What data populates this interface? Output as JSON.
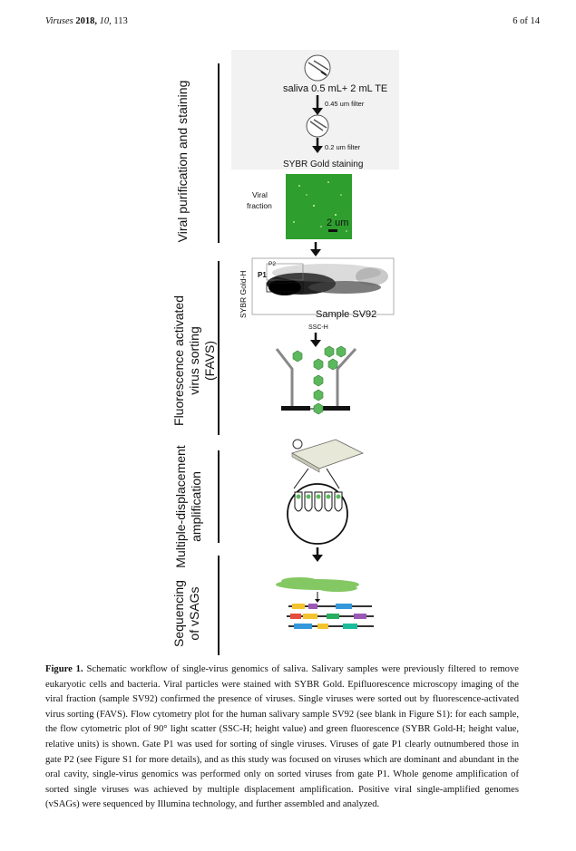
{
  "header": {
    "journal": "Viruses",
    "year": "2018,",
    "volume": "10,",
    "pages": "113",
    "page_number": "6 of 14"
  },
  "sections": {
    "s1": "Viral purification and staining",
    "s2_l1": "Fluorescence activated",
    "s2_l2": "virus sorting",
    "s2_l3": "(FAVS)",
    "s3_l1": "Multiple-displacement",
    "s3_l2": "amplification",
    "s4_l1": "Sequencing",
    "s4_l2": "of  vSAGs"
  },
  "figure": {
    "saliva_label": "saliva 0.5 mL+ 2 mL TE",
    "filter1": "0.45 um filter",
    "filter2": "0.2 um filter",
    "stain": "SYBR Gold staining",
    "viral_fraction_l1": "Viral",
    "viral_fraction_l2": "fraction",
    "scale_bar": "2 um",
    "gate_p1": "P1",
    "gate_p2": "P2",
    "y_axis": "SYBR Gold-H",
    "x_axis": "SSC-H",
    "sample": "Sample SV92",
    "colors": {
      "micro_green": "#2e9e2e",
      "hexagon_green": "#5cb85c",
      "cluster_green": "#6fbf4a"
    }
  },
  "caption": {
    "label": "Figure 1.",
    "text": " Schematic workflow of single-virus genomics of saliva. Salivary samples were previously filtered to remove eukaryotic cells and bacteria. Viral particles were stained with SYBR Gold. Epifluorescence microscopy imaging of the viral fraction (sample SV92) confirmed the presence of viruses. Single viruses were sorted out by fluorescence-activated virus sorting (FAVS). Flow cytometry plot for the human salivary sample SV92 (see blank in Figure S1): for each sample, the flow cytometric plot of 90° light scatter (SSC-H; height value) and green fluorescence (SYBR Gold-H; height value, relative units) is shown. Gate P1 was used for sorting of single viruses. Viruses of gate P1 clearly outnumbered those in gate P2 (see Figure S1 for more details), and as this study was focused on viruses which are dominant and abundant in the oral cavity, single-virus genomics was performed only on sorted viruses from gate P1. Whole genome amplification of sorted single viruses was achieved by multiple displacement amplification. Positive viral single-amplified genomes (vSAGs) were sequenced by Illumina technology, and further assembled and analyzed."
  }
}
